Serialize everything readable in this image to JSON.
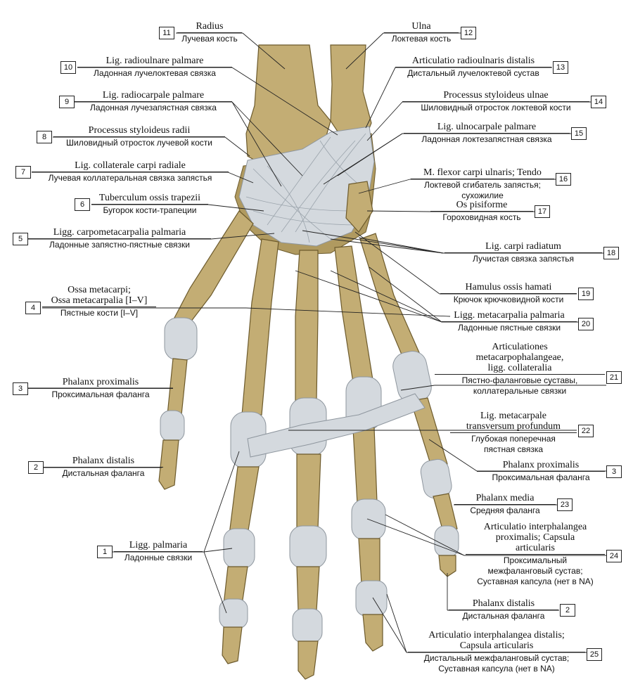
{
  "labels": [
    {
      "id": "radius",
      "num": "11",
      "lat": "Radius",
      "rus": "Лучевая кость"
    },
    {
      "id": "ulna",
      "num": "12",
      "lat": "Ulna",
      "rus": "Локтевая кость"
    },
    {
      "id": "lig-radioulnare-palmare",
      "num": "10",
      "lat": "Lig. radioulnare palmare",
      "rus": "Ладонная лучелоктевая связка"
    },
    {
      "id": "artic-radioulnaris-distalis",
      "num": "13",
      "lat": "Articulatio radioulnaris distalis",
      "rus": "Дистальный лучелоктевой сустав"
    },
    {
      "id": "lig-radiocarpale-palmare",
      "num": "9",
      "lat": "Lig. radiocarpale palmare",
      "rus": "Ладонная лучезапястная связка"
    },
    {
      "id": "proc-styloideus-ulnae",
      "num": "14",
      "lat": "Processus styloideus ulnae",
      "rus": "Шиловидный отросток локтевой кости"
    },
    {
      "id": "proc-styloideus-radii",
      "num": "8",
      "lat": "Processus styloideus radii",
      "rus": "Шиловидный отросток лучевой кости"
    },
    {
      "id": "lig-ulnocarpale-palmare",
      "num": "15",
      "lat": "Lig. ulnocarpale palmare",
      "rus": "Ладонная локтезапястная связка"
    },
    {
      "id": "lig-collaterale-carpi-radiale",
      "num": "7",
      "lat": "Lig. collaterale carpi radiale",
      "rus": "Лучевая коллатеральная связка запястья"
    },
    {
      "id": "flexor-carpi-ulnaris",
      "num": "16",
      "lat": "M. flexor carpi ulnaris; Tendo",
      "rus": "Локтевой сгибатель запястья;",
      "rus2": "сухожилие"
    },
    {
      "id": "tuberculum-trapezii",
      "num": "6",
      "lat": "Tuberculum ossis trapezii",
      "rus": "Бугорок кости-трапеции"
    },
    {
      "id": "os-pisiforme",
      "num": "17",
      "lat": "Os pisiforme",
      "rus": "Гороховидная кость"
    },
    {
      "id": "ligg-carpometacarpalia",
      "num": "5",
      "lat": "Ligg. carpometacarpalia palmaria",
      "rus": "Ладонные запястно-пястные связки"
    },
    {
      "id": "lig-carpi-radiatum",
      "num": "18",
      "lat": "Lig. carpi radiatum",
      "rus": "Лучистая связка запястья"
    },
    {
      "id": "hamulus-ossis-hamati",
      "num": "19",
      "lat": "Hamulus ossis hamati",
      "rus": "Крючок крючковидной кости"
    },
    {
      "id": "ossa-metacarpi",
      "num": "4",
      "lat": "Ossa metacarpi;",
      "lat2": "Ossa metacarpalia [I–V]",
      "rus": "Пястные кости [I–V]"
    },
    {
      "id": "ligg-metacarpalia",
      "num": "20",
      "lat": "Ligg. metacarpalia palmaria",
      "rus": "Ладонные пястные связки"
    },
    {
      "id": "artic-metacarpophalangeae",
      "num": "21",
      "lat": "Articulationes",
      "lat2": "metacarpophalangeae,",
      "lat3": "ligg. collateralia",
      "rus": "Пястно-фаланговые суставы,",
      "rus2": "коллатеральные связки"
    },
    {
      "id": "phalanx-proximalis-left",
      "num": "3",
      "lat": "Phalanx proximalis",
      "rus": "Проксимальная фаланга"
    },
    {
      "id": "lig-metacarpale-transversum",
      "num": "22",
      "lat": "Lig. metacarpale",
      "lat2": "transversum profundum",
      "rus": "Глубокая поперечная",
      "rus2": "пястная связка"
    },
    {
      "id": "phalanx-distalis-left",
      "num": "2",
      "lat": "Phalanx distalis",
      "rus": "Дистальная фаланга"
    },
    {
      "id": "phalanx-proximalis-right",
      "num": "3",
      "lat": "Phalanx proximalis",
      "rus": "Проксимальная фаланга"
    },
    {
      "id": "phalanx-media",
      "num": "23",
      "lat": "Phalanx media",
      "rus": "Средняя фаланга"
    },
    {
      "id": "ligg-palmaria",
      "num": "1",
      "lat": "Ligg. palmaria",
      "rus": "Ладонные связки"
    },
    {
      "id": "artic-interphalangea-proximalis",
      "num": "24",
      "lat": "Articulatio interphalangea",
      "lat2": "proximalis; Capsula",
      "lat3": "articularis",
      "rus": "Проксимальный",
      "rus2": "межфаланговый сустав;",
      "rus3": "Суставная капсула (нет в NA)"
    },
    {
      "id": "phalanx-distalis-right",
      "num": "2",
      "lat": "Phalanx distalis",
      "rus": "Дистальная фаланга"
    },
    {
      "id": "artic-interphalangea-distalis",
      "num": "25",
      "lat": "Articulatio interphalangea distalis;",
      "lat2": "Capsula articularis",
      "rus": "Дистальный межфаланговый сустав;",
      "rus2": "Суставная капсула (нет в NA)"
    }
  ]
}
